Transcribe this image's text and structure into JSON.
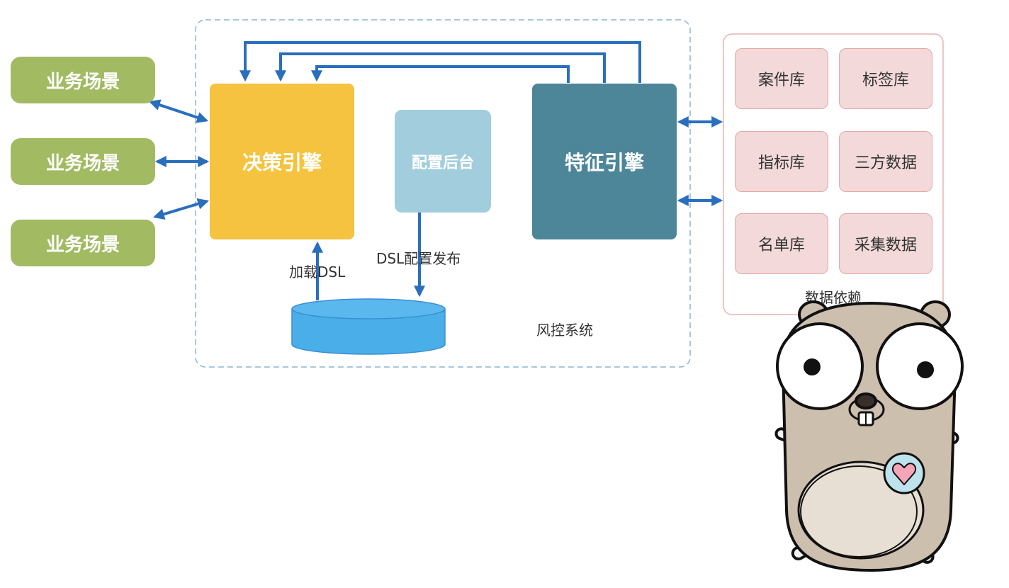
{
  "scenarios": [
    {
      "label": "业务场景"
    },
    {
      "label": "业务场景"
    },
    {
      "label": "业务场景"
    }
  ],
  "risk_system": {
    "label": "风控系统",
    "decision_engine": "决策引擎",
    "config_backend": "配置后台",
    "feature_engine": "特征引擎",
    "load_dsl": "加载DSL",
    "publish_dsl": "DSL配置发布"
  },
  "data_dependency": {
    "label": "数据依赖",
    "items": [
      {
        "label": "案件库"
      },
      {
        "label": "标签库"
      },
      {
        "label": "指标库"
      },
      {
        "label": "三方数据"
      },
      {
        "label": "名单库"
      },
      {
        "label": "采集数据"
      }
    ]
  },
  "colors": {
    "scenario": "#a2bb63",
    "decision_engine": "#f5c33f",
    "config_backend": "#a2cddd",
    "feature_engine": "#4d8599",
    "database": "#4aaee9",
    "arrow": "#2a6fbe",
    "dependency_fill": "#f3d9d9"
  },
  "mascot": "go-gopher"
}
